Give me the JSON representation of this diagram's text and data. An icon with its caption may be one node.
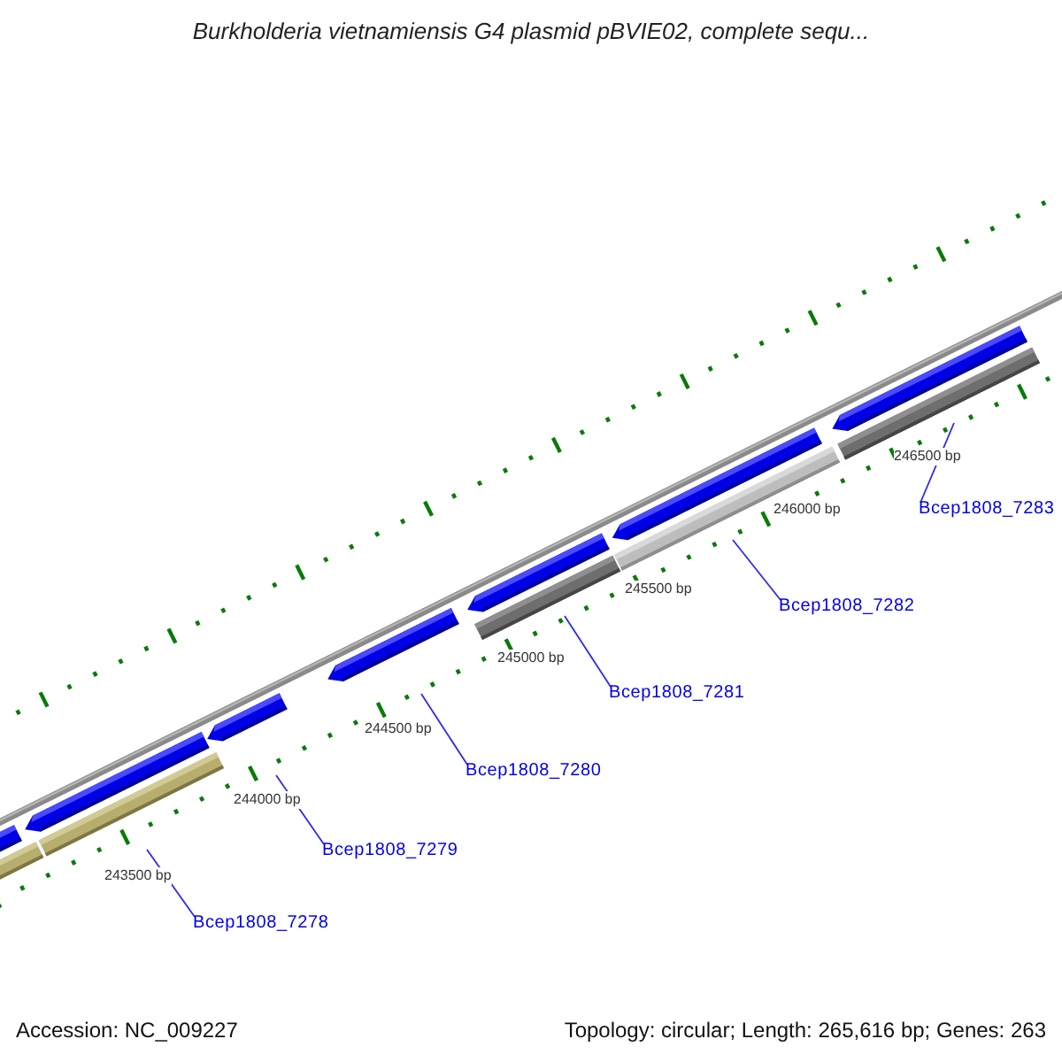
{
  "diagram": {
    "title": "Burkholderia vietnamiensis G4 plasmid pBVIE02, complete sequ...",
    "nodes": [
      {
        "text": [
          "Bcep1808_7278"
        ]
      },
      {
        "text": [
          "Bcep1808_7279"
        ]
      },
      {
        "text": [
          "Bcep1808_7280"
        ]
      },
      {
        "text": [
          "Bcep1808_7281"
        ]
      },
      {
        "text": [
          "Bcep1808_7282"
        ]
      },
      {
        "text": [
          "Bcep1808_7283"
        ]
      }
    ],
    "edges": [
      {
        "from": 0,
        "to": null,
        "arrow": "none"
      },
      {
        "from": 1,
        "to": null,
        "arrow": "none"
      },
      {
        "from": 2,
        "to": null,
        "arrow": "none"
      },
      {
        "from": 3,
        "to": null,
        "arrow": "none"
      },
      {
        "from": 4,
        "to": null,
        "arrow": "none"
      },
      {
        "from": 5,
        "to": null,
        "arrow": "none"
      }
    ],
    "labels": [
      "246500 bp",
      "246000 bp",
      "245500 bp",
      "245000 bp",
      "244500 bp",
      "244000 bp",
      "243500 bp",
      "Accession: NC_009227",
      "Topology: circular; Length: 265,616 bp; Genes: 263"
    ]
  }
}
